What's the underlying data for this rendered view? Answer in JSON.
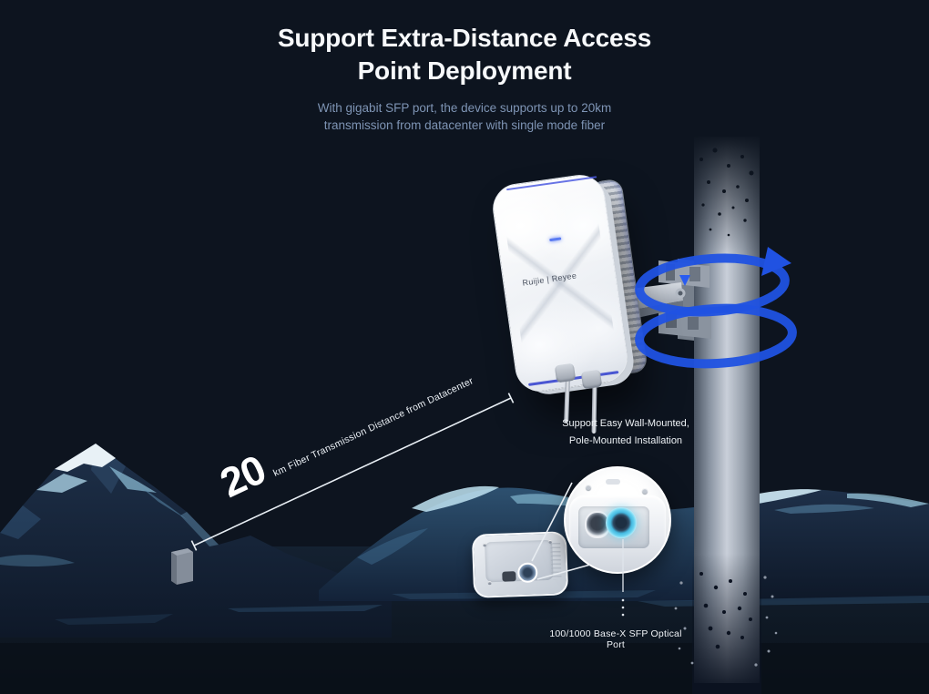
{
  "header": {
    "title_lines": [
      "Support Extra-Distance Access",
      "Point Deployment"
    ],
    "subtitle_lines": [
      "With gigabit SFP port, the device supports up to 20km",
      "transmission from datacenter with single mode fiber"
    ]
  },
  "device": {
    "logo": "Ruijie | Reyee"
  },
  "callouts": {
    "distance": {
      "value": "20",
      "unit_label": "km Fiber Transmission Distance from Datacenter"
    },
    "mounting": {
      "lines": [
        "Support Easy Wall-Mounted,",
        "Pole-Mounted Installation"
      ]
    },
    "sfp_port": {
      "label": "100/1000 Base-X SFP Optical Port"
    }
  },
  "colors": {
    "background": "#0d141f",
    "title_text": "#f7f9fb",
    "subtitle_text": "#7e94b4",
    "rotation_arrow_blue": "#2052e2",
    "device_accent_blue": "#3946cf",
    "sfp_highlight_cyan": "#49c3e8"
  }
}
